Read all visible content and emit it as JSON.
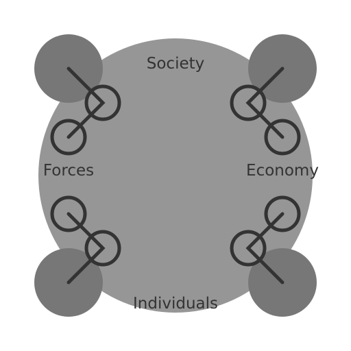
{
  "diagram": {
    "labels": {
      "top": "Society",
      "left": "Forces",
      "right": "Economy",
      "bottom": "Individuals"
    },
    "colors": {
      "background": "#ffffff",
      "main_circle": "#969696",
      "corner_circles": "#777777",
      "connectors": "#333333",
      "text": "#333333"
    },
    "corner_nodes": [
      "top-left",
      "top-right",
      "bottom-left",
      "bottom-right"
    ]
  }
}
